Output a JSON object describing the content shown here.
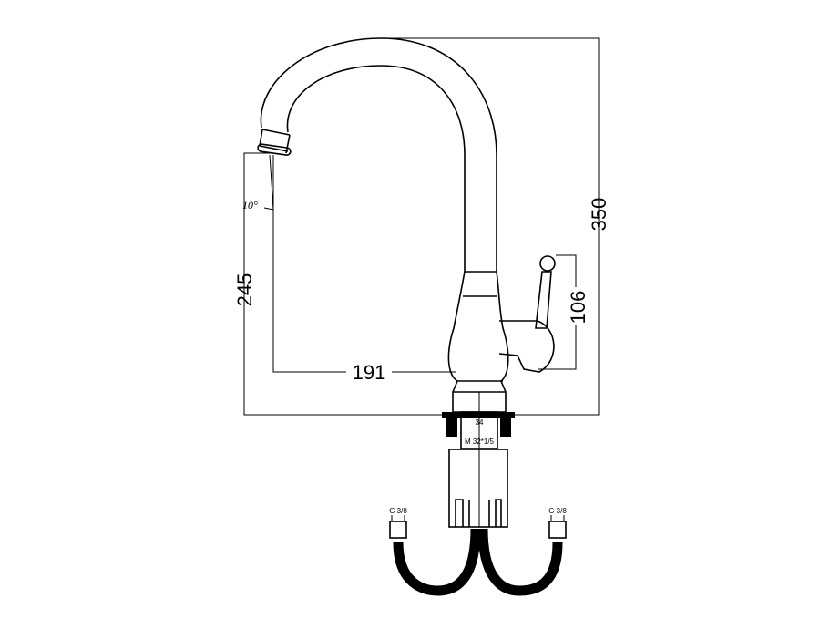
{
  "dimensions": {
    "total_height": "350",
    "spout_height": "245",
    "spout_reach": "191",
    "handle_height": "106",
    "spout_angle": "10°",
    "shank_width": "34",
    "shank_thread": "M 32*1/5"
  },
  "hoses": {
    "left_fitting": "G 3/8",
    "right_fitting": "G 3/8"
  },
  "colors": {
    "line": "#000000",
    "background": "#ffffff"
  }
}
